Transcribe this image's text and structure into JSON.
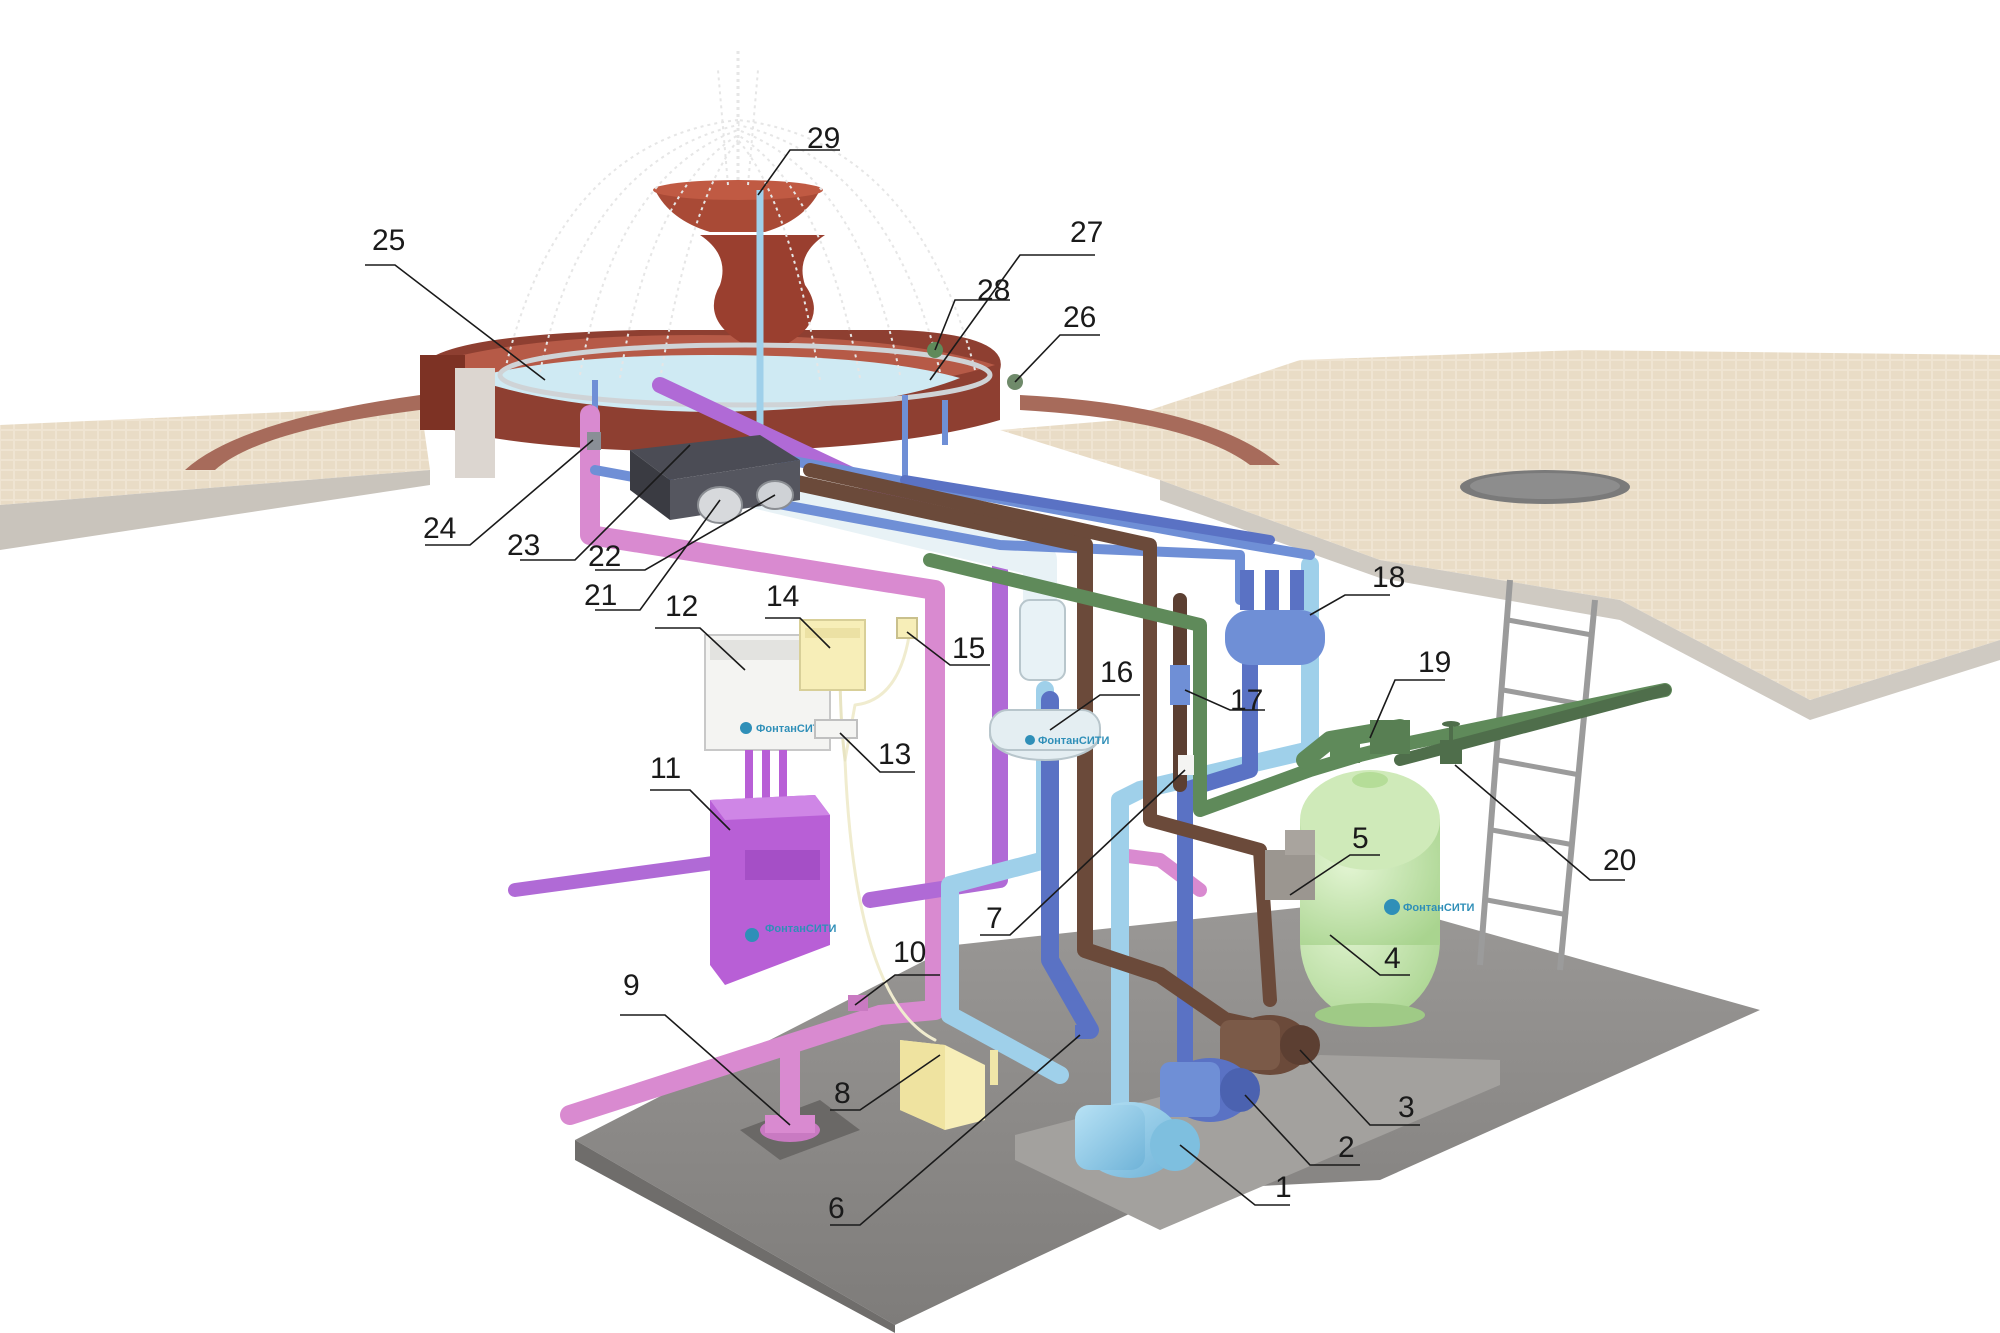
{
  "diagram": {
    "callouts": [
      {
        "id": "1",
        "label": "1"
      },
      {
        "id": "2",
        "label": "2"
      },
      {
        "id": "3",
        "label": "3"
      },
      {
        "id": "4",
        "label": "4"
      },
      {
        "id": "5",
        "label": "5"
      },
      {
        "id": "6",
        "label": "6"
      },
      {
        "id": "7",
        "label": "7"
      },
      {
        "id": "8",
        "label": "8"
      },
      {
        "id": "9",
        "label": "9"
      },
      {
        "id": "10",
        "label": "10"
      },
      {
        "id": "11",
        "label": "11"
      },
      {
        "id": "12",
        "label": "12"
      },
      {
        "id": "13",
        "label": "13"
      },
      {
        "id": "14",
        "label": "14"
      },
      {
        "id": "15",
        "label": "15"
      },
      {
        "id": "16",
        "label": "16"
      },
      {
        "id": "17",
        "label": "17"
      },
      {
        "id": "18",
        "label": "18"
      },
      {
        "id": "19",
        "label": "19"
      },
      {
        "id": "20",
        "label": "20"
      },
      {
        "id": "21",
        "label": "21"
      },
      {
        "id": "22",
        "label": "22"
      },
      {
        "id": "23",
        "label": "23"
      },
      {
        "id": "24",
        "label": "24"
      },
      {
        "id": "25",
        "label": "25"
      },
      {
        "id": "26",
        "label": "26"
      },
      {
        "id": "27",
        "label": "27"
      },
      {
        "id": "28",
        "label": "28"
      },
      {
        "id": "29",
        "label": "29"
      }
    ],
    "logos": {
      "cabinet_12": "ФонтанСИТИ",
      "cabinet_11": "ФонтанСИТИ",
      "filter_4": "ФонтанСИТИ",
      "uv_16": "ФонтанСИТИ"
    },
    "colors": {
      "pipe_pink": "#d98ad0",
      "pipe_violet": "#b06ad6",
      "pipe_light_blue": "#9fd0ea",
      "pipe_blue": "#6f8fd6",
      "pipe_dark_blue": "#5a72c4",
      "pipe_brown": "#6b4a3a",
      "pipe_green": "#5f8a5a",
      "pipe_white": "#e8f2f6",
      "pavement": "#eee2cf",
      "granite": "#9b4a3a",
      "floor": "#8f8e8c",
      "filter_green": "#c7e8b0",
      "canister": "#f7eeb8",
      "cabinet_violet": "#b85fd6"
    }
  }
}
